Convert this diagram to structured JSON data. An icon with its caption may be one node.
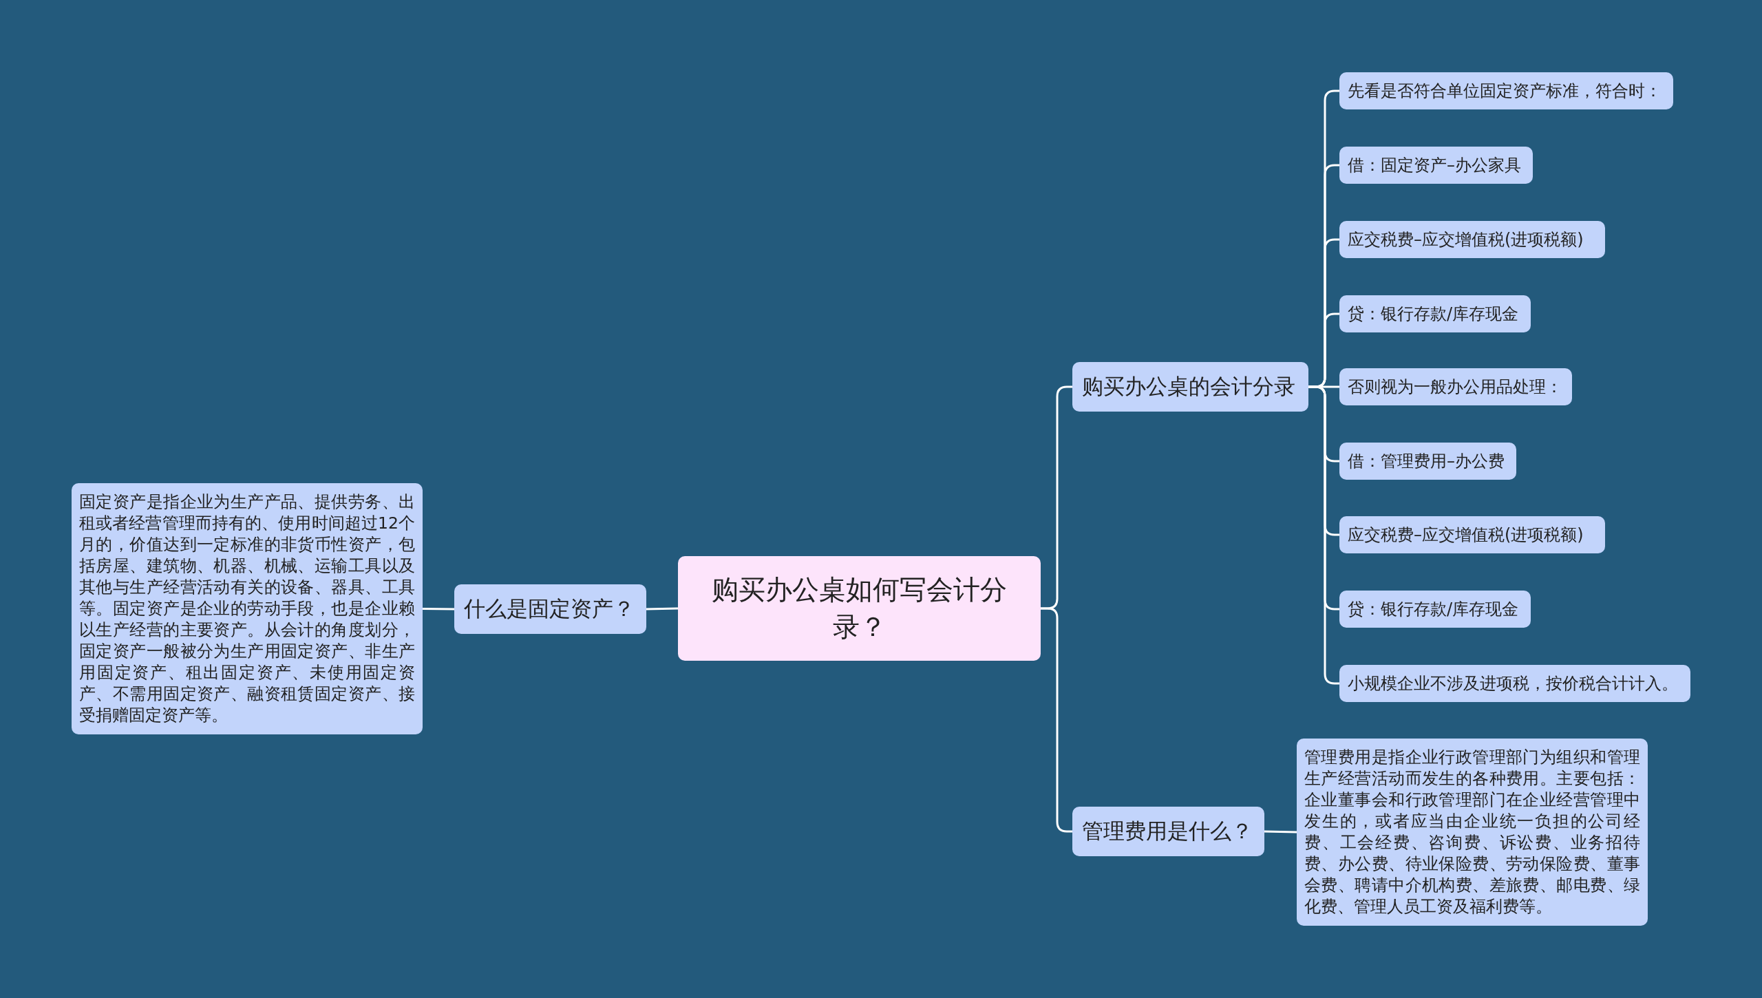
{
  "diagram": {
    "nodes": [
      {
        "text": [
          "购买办公桌如何写会计分录？"
        ]
      },
      {
        "text": [
          "什么是固定资产？"
        ]
      },
      {
        "text": [
          "固定资产是指企业为生产产品、提供劳务、出租或者经营管理而持有的、使用时间超过12个月的，价值达到一定标准的非货币性资产，包括房屋、建筑物、机器、机械、运输工具以及其他与生产经营活动有关的设备、器具、工具等。固定资产是企业的劳动手段，也是企业赖以生产经营的主要资产。从会计的角度划分，固定资产一般被分为生产用固定资产、非生产用固定资产、租出固定资产、未使用固定资产、不需用固定资产、融资租赁固定资产、接受捐赠固定资产等。"
        ]
      },
      {
        "text": [
          "购买办公桌的会计分录"
        ]
      },
      {
        "text": [
          "先看是否符合单位固定资产标准，符合时："
        ]
      },
      {
        "text": [
          "借：固定资产–办公家具"
        ]
      },
      {
        "text": [
          "应交税费–应交增值税(进项税额)"
        ]
      },
      {
        "text": [
          "贷：银行存款/库存现金"
        ]
      },
      {
        "text": [
          "否则视为一般办公用品处理："
        ]
      },
      {
        "text": [
          "借：管理费用–办公费"
        ]
      },
      {
        "text": [
          "应交税费–应交增值税(进项税额)"
        ]
      },
      {
        "text": [
          "贷：银行存款/库存现金"
        ]
      },
      {
        "text": [
          "小规模企业不涉及进项税，按价税合计计入。"
        ]
      },
      {
        "text": [
          "管理费用是什么？"
        ]
      },
      {
        "text": [
          "管理费用是指企业行政管理部门为组织和管理生产经营活动而发生的各种费用。主要包括：企业董事会和行政管理部门在企业经营管理中发生的，或者应当由企业统一负担的公司经费、工会经费、咨询费、诉讼费、业务招待费、办公费、待业保险费、劳动保险费、董事会费、聘请中介机构费、差旅费、邮电费、绿化费、管理人员工资及福利费等。"
        ]
      }
    ],
    "edges": [
      {
        "from": 0,
        "to": 1,
        "arrow": "none"
      },
      {
        "from": 1,
        "to": 2,
        "arrow": "none"
      },
      {
        "from": 0,
        "to": 3,
        "arrow": "none"
      },
      {
        "from": 0,
        "to": 13,
        "arrow": "none"
      },
      {
        "from": 3,
        "to": 4,
        "arrow": "none"
      },
      {
        "from": 3,
        "to": 5,
        "arrow": "none"
      },
      {
        "from": 3,
        "to": 6,
        "arrow": "none"
      },
      {
        "from": 3,
        "to": 7,
        "arrow": "none"
      },
      {
        "from": 3,
        "to": 8,
        "arrow": "none"
      },
      {
        "from": 3,
        "to": 9,
        "arrow": "none"
      },
      {
        "from": 3,
        "to": 10,
        "arrow": "none"
      },
      {
        "from": 3,
        "to": 11,
        "arrow": "none"
      },
      {
        "from": 3,
        "to": 12,
        "arrow": "none"
      },
      {
        "from": 13,
        "to": 14,
        "arrow": "none"
      }
    ]
  }
}
